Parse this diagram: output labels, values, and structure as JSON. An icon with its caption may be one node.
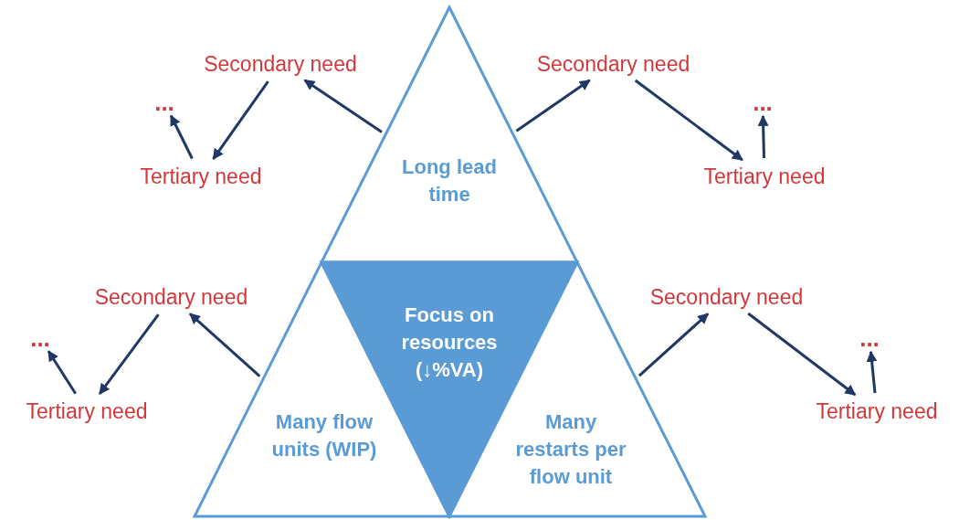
{
  "diagram": {
    "nodes": [
      {
        "text": [
          "Long lead time"
        ]
      },
      {
        "text": [
          "Many flow units (WIP)"
        ]
      },
      {
        "text": [
          "Focus on resources (↓%VA)"
        ]
      },
      {
        "text": [
          "Many restarts per flow unit"
        ]
      },
      {
        "text": [
          "Secondary need"
        ]
      },
      {
        "text": [
          "Tertiary need"
        ]
      },
      {
        "text": [
          "..."
        ]
      },
      {
        "text": [
          "Secondary need"
        ]
      },
      {
        "text": [
          "Tertiary need"
        ]
      },
      {
        "text": [
          "..."
        ]
      },
      {
        "text": [
          "Secondary need"
        ]
      },
      {
        "text": [
          "Tertiary need"
        ]
      },
      {
        "text": [
          "..."
        ]
      },
      {
        "text": [
          "Secondary need"
        ]
      },
      {
        "text": [
          "Tertiary need"
        ]
      },
      {
        "text": [
          "..."
        ]
      }
    ],
    "edges": [
      {
        "from": 0,
        "to": 4,
        "arrow": "to"
      },
      {
        "from": 4,
        "to": 5,
        "arrow": "to"
      },
      {
        "from": 5,
        "to": 6,
        "arrow": "to"
      },
      {
        "from": 0,
        "to": 7,
        "arrow": "to"
      },
      {
        "from": 7,
        "to": 8,
        "arrow": "to"
      },
      {
        "from": 8,
        "to": 9,
        "arrow": "to"
      },
      {
        "from": 1,
        "to": 10,
        "arrow": "to"
      },
      {
        "from": 10,
        "to": 11,
        "arrow": "to"
      },
      {
        "from": 11,
        "to": 12,
        "arrow": "to"
      },
      {
        "from": 3,
        "to": 13,
        "arrow": "to"
      },
      {
        "from": 13,
        "to": 14,
        "arrow": "to"
      },
      {
        "from": 14,
        "to": 15,
        "arrow": "to"
      }
    ]
  }
}
